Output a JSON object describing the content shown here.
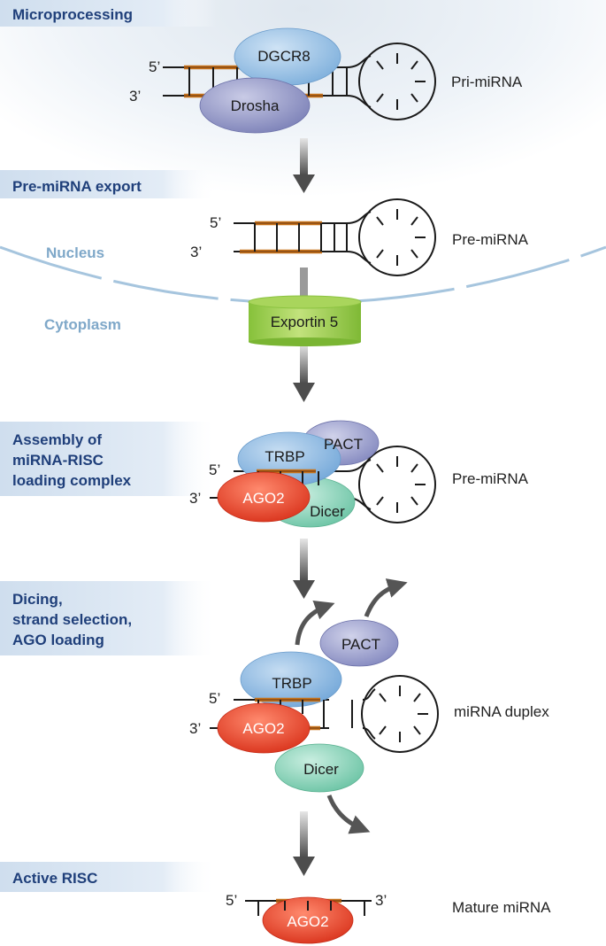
{
  "steps": {
    "microprocessing": "Microprocessing",
    "export": "Pre-miRNA export",
    "assembly": [
      "Assembly of",
      "miRNA-RISC",
      "loading complex"
    ],
    "dicing": [
      "Dicing,",
      "strand selection,",
      "AGO loading"
    ],
    "active": "Active RISC"
  },
  "compartments": {
    "nucleus": "Nucleus",
    "cytoplasm": "Cytoplasm"
  },
  "molecules": {
    "pri": "Pri-miRNA",
    "pre1": "Pre-miRNA",
    "pre2": "Pre-miRNA",
    "duplex": "miRNA duplex",
    "mature": "Mature miRNA"
  },
  "proteins": {
    "dgcr8": "DGCR8",
    "drosha": "Drosha",
    "exportin": "Exportin 5",
    "trbp": "TRBP",
    "pact": "PACT",
    "ago2": "AGO2",
    "dicer": "Dicer"
  },
  "ends": {
    "five": "5’",
    "three": "3’"
  },
  "colors": {
    "title_text": "#1f3f7a",
    "label_band": "#dce8f4",
    "compartment_text": "#7fa8c9",
    "membrane": "#9fc1dc",
    "strand_highlight": "#c8741c",
    "dgcr8": "#9ec4e4",
    "drosha": "#9aa0cc",
    "exportin": "#8dc63f",
    "trbp": "#8fbbe3",
    "pact": "#9ea2cf",
    "ago2": "#e5432a",
    "dicer": "#8fd3bd",
    "arrow": "#555555"
  }
}
